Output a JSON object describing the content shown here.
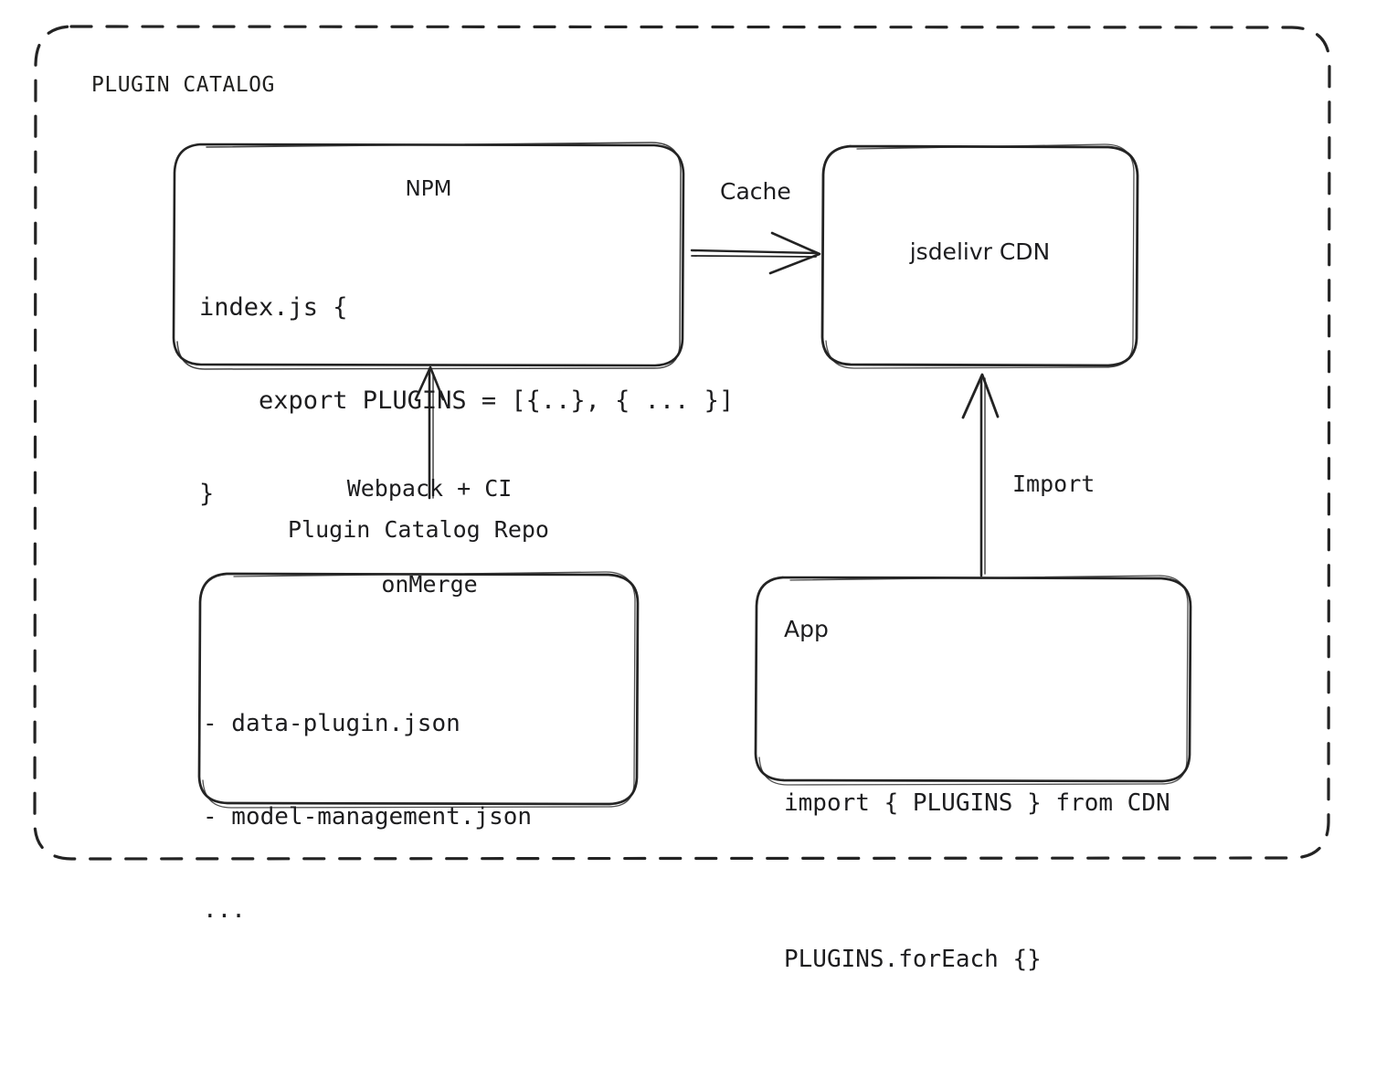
{
  "diagram": {
    "type": "architecture-flow",
    "container": {
      "title": "PLUGIN CATALOG",
      "border_style": "dashed",
      "stroke": "#232323"
    },
    "background": "#ffffff",
    "stroke_color": "#232323",
    "nodes": [
      {
        "id": "npm",
        "title": "NPM",
        "code_lines": [
          "index.js {",
          "    export PLUGINS = [{..}, { ... }]",
          "}"
        ]
      },
      {
        "id": "cdn",
        "title": "jsdelivr CDN"
      },
      {
        "id": "repo",
        "caption": "Plugin Catalog Repo",
        "items": [
          "- data-plugin.json",
          "- model-management.json",
          "..."
        ]
      },
      {
        "id": "app",
        "title": "App",
        "code_lines": [
          "import { PLUGINS } from CDN",
          "PLUGINS.forEach {}"
        ]
      }
    ],
    "edges": [
      {
        "id": "npm-to-cdn",
        "label": "Cache",
        "from": "npm",
        "to": "cdn",
        "direction": "right"
      },
      {
        "id": "repo-to-npm",
        "label_line1": "Webpack + CI",
        "label_line2": "onMerge",
        "from": "repo",
        "to": "npm",
        "direction": "up"
      },
      {
        "id": "app-to-cdn",
        "label": "Import",
        "from": "app",
        "to": "cdn",
        "direction": "up"
      }
    ]
  }
}
